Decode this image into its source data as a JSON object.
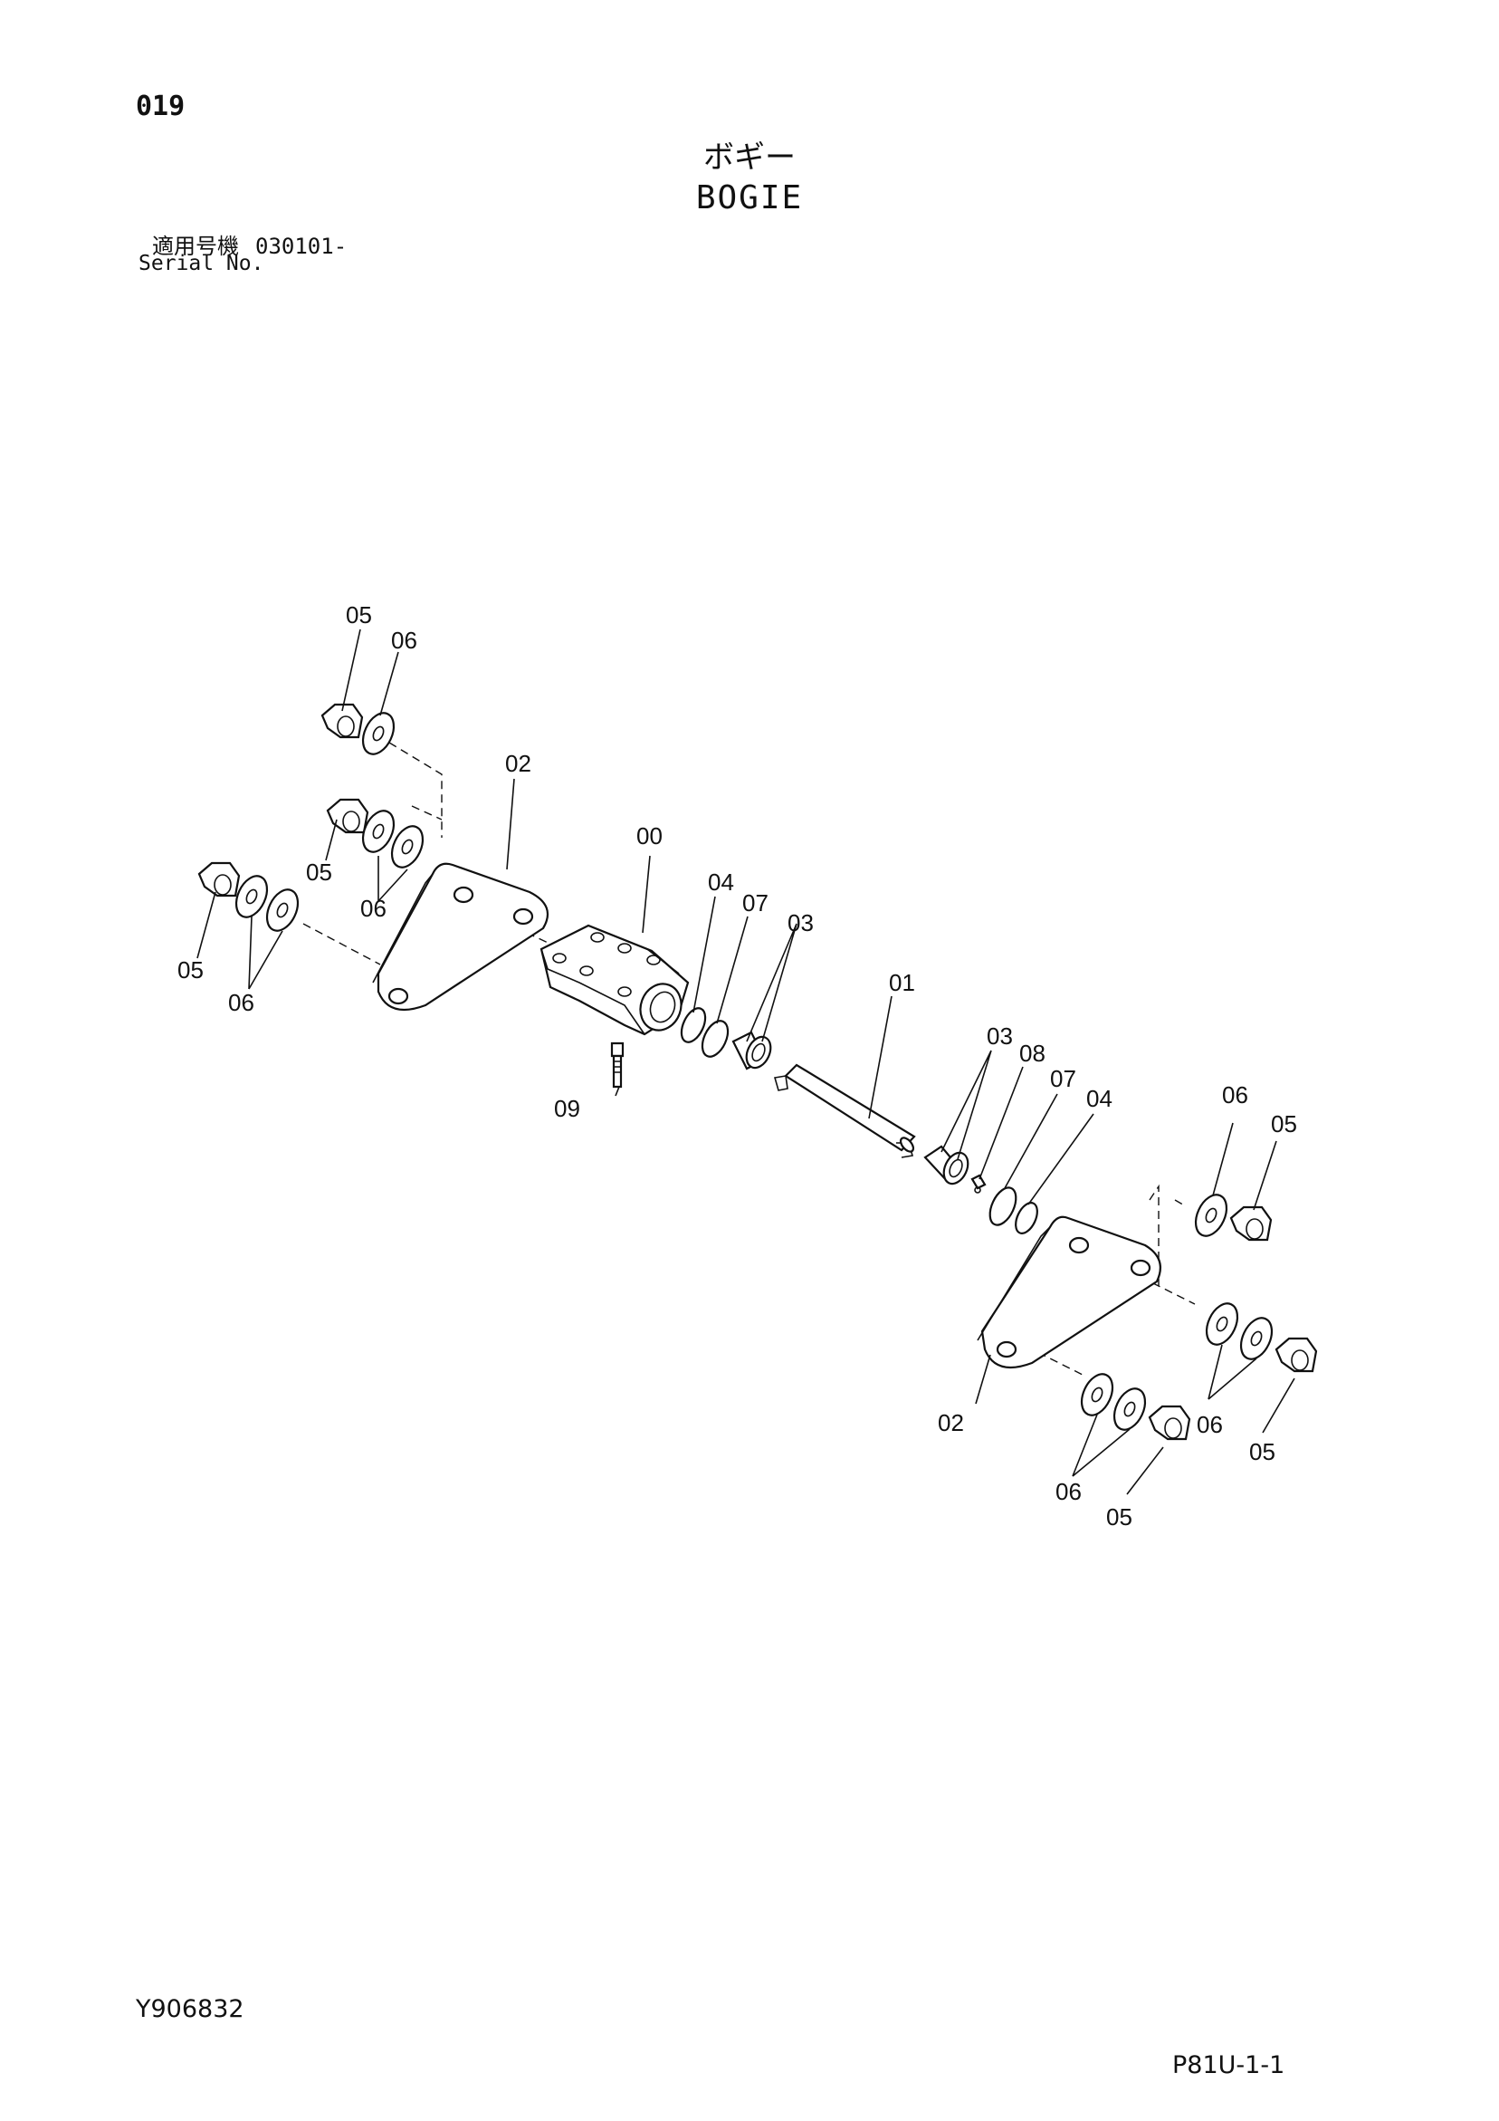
{
  "header": {
    "page_number": "019",
    "title_jp": "ボギー",
    "title_en": "BOGIE",
    "serial_label_jp": "適用号機",
    "serial_value": "030101-",
    "serial_label_en": "Serial No."
  },
  "footer": {
    "drawing_code": "Y906832",
    "page_code": "P81U-1-1"
  },
  "callouts": {
    "c1": "05",
    "c2": "06",
    "c3": "02",
    "c4": "05",
    "c5": "06",
    "c6": "00",
    "c7": "05",
    "c8": "06",
    "c9": "04",
    "c10": "07",
    "c11": "03",
    "c12": "01",
    "c13": "09",
    "c14": "03",
    "c15": "08",
    "c16": "07",
    "c17": "04",
    "c18": "06",
    "c19": "05",
    "c20": "02",
    "c21": "06",
    "c22": "05",
    "c23": "06",
    "c24": "05"
  }
}
